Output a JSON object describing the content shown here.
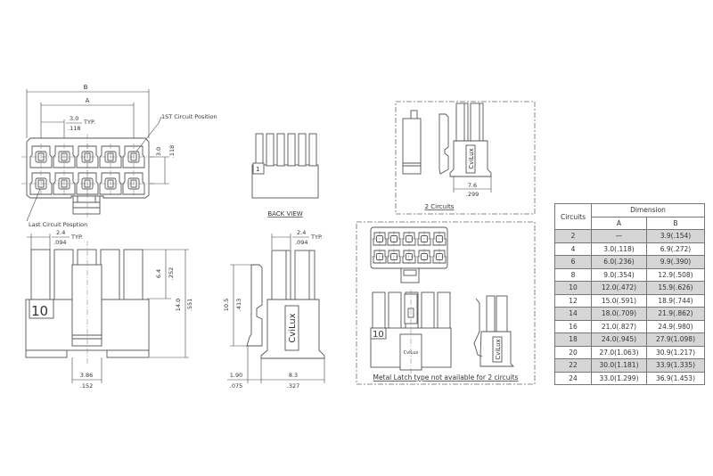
{
  "front_view": {
    "dim_b": "B",
    "dim_a": "A",
    "pitch_mm": "3.0",
    "pitch_in": ".118",
    "typ": "TYP.",
    "row_pitch_mm": "3.0",
    "row_pitch_in": ".118",
    "first_circuit_label": "1ST Circuit Position",
    "last_circuit_label": "Last Circuit Posption"
  },
  "back_view": {
    "pin_label": "1",
    "title": "BACK VIEW"
  },
  "side_front_view": {
    "pin_width_mm": "2.4",
    "pin_width_in": ".094",
    "typ": "TYP.",
    "pin_height_mm": "6.4",
    "pin_height_in": ".252",
    "total_height_mm": "14.0",
    "total_height_in": ".551",
    "latch_width_mm": "3.86",
    "latch_width_in": ".152",
    "circuit_count_label": "10"
  },
  "side_view": {
    "pin_width_mm": "2.4",
    "pin_width_in": ".094",
    "typ": "TYP.",
    "latch_height_mm": "10.5",
    "latch_height_in": ".413",
    "latch_offset_mm": "1.90",
    "latch_offset_in": ".075",
    "depth_mm": "8.3",
    "depth_in": ".327",
    "brand": "CviLux"
  },
  "two_circuits": {
    "width_mm": "7.6",
    "width_in": ".299",
    "brand": "CviLux",
    "title": "2 Circuits"
  },
  "metal_latch": {
    "circuit_count_label": "10",
    "brand": "CviLux",
    "brand_small": "CviLux",
    "note": "Metal Latch type not available for 2 circuits"
  },
  "table": {
    "header_circuits": "Circuits",
    "header_dimension": "Dimension",
    "header_a": "A",
    "header_b": "B",
    "rows": [
      {
        "circuits": "2",
        "a": "—",
        "b": "3.9(.154)"
      },
      {
        "circuits": "4",
        "a": "3.0(.118)",
        "b": "6.9(.272)"
      },
      {
        "circuits": "6",
        "a": "6.0(.236)",
        "b": "9.9(.390)"
      },
      {
        "circuits": "8",
        "a": "9.0(.354)",
        "b": "12.9(.508)"
      },
      {
        "circuits": "10",
        "a": "12.0(.472)",
        "b": "15.9(.626)"
      },
      {
        "circuits": "12",
        "a": "15.0(.591)",
        "b": "18.9(.744)"
      },
      {
        "circuits": "14",
        "a": "18.0(.709)",
        "b": "21.9(.862)"
      },
      {
        "circuits": "16",
        "a": "21.0(.827)",
        "b": "24.9(.980)"
      },
      {
        "circuits": "18",
        "a": "24.0(.945)",
        "b": "27.9(1.098)"
      },
      {
        "circuits": "20",
        "a": "27.0(1.063)",
        "b": "30.9(1.217)"
      },
      {
        "circuits": "22",
        "a": "30.0(1.181)",
        "b": "33.9(1.335)"
      },
      {
        "circuits": "24",
        "a": "33.0(1.299)",
        "b": "36.9(1.453)"
      }
    ]
  }
}
